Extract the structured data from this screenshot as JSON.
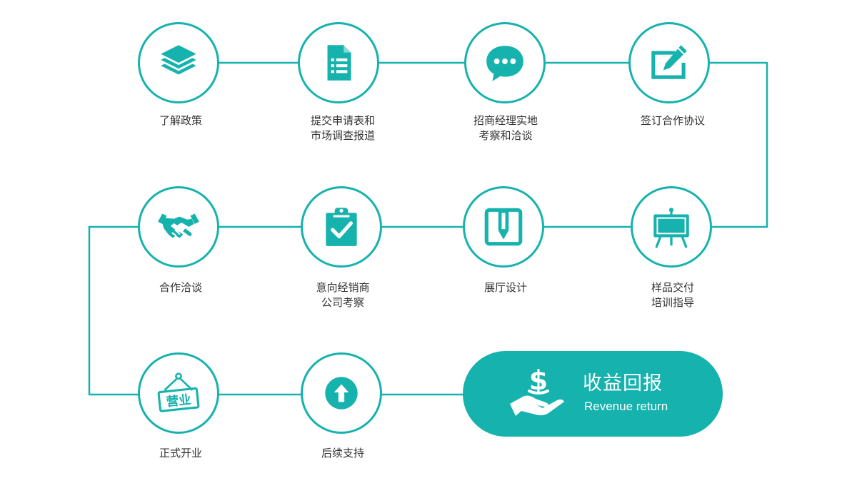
{
  "steps": [
    {
      "icon": "layers-icon",
      "lines": [
        "了解政策"
      ]
    },
    {
      "icon": "document-list-icon",
      "lines": [
        "提交申请表和",
        "市场调查报道"
      ]
    },
    {
      "icon": "chat-bubble-icon",
      "lines": [
        "招商经理实地",
        "考察和洽谈"
      ]
    },
    {
      "icon": "edit-sign-icon",
      "lines": [
        "签订合作协议"
      ]
    },
    {
      "icon": "easel-board-icon",
      "lines": [
        "样品交付",
        "培训指导"
      ]
    },
    {
      "icon": "ruler-pencil-icon",
      "lines": [
        "展厅设计"
      ]
    },
    {
      "icon": "clipboard-check-icon",
      "lines": [
        "意向经销商",
        "公司考察"
      ]
    },
    {
      "icon": "handshake-icon",
      "lines": [
        "合作洽谈"
      ]
    },
    {
      "icon": "open-sign-icon",
      "sign_text": "营业",
      "lines": [
        "正式开业"
      ]
    },
    {
      "icon": "arrow-up-circle-icon",
      "lines": [
        "后续支持"
      ]
    }
  ],
  "result": {
    "icon": "money-hand-icon",
    "title": "收益回报",
    "subtitle": "Revenue return"
  },
  "colors": {
    "accent": "#16b2ad",
    "text": "#333333",
    "background": "#ffffff"
  }
}
